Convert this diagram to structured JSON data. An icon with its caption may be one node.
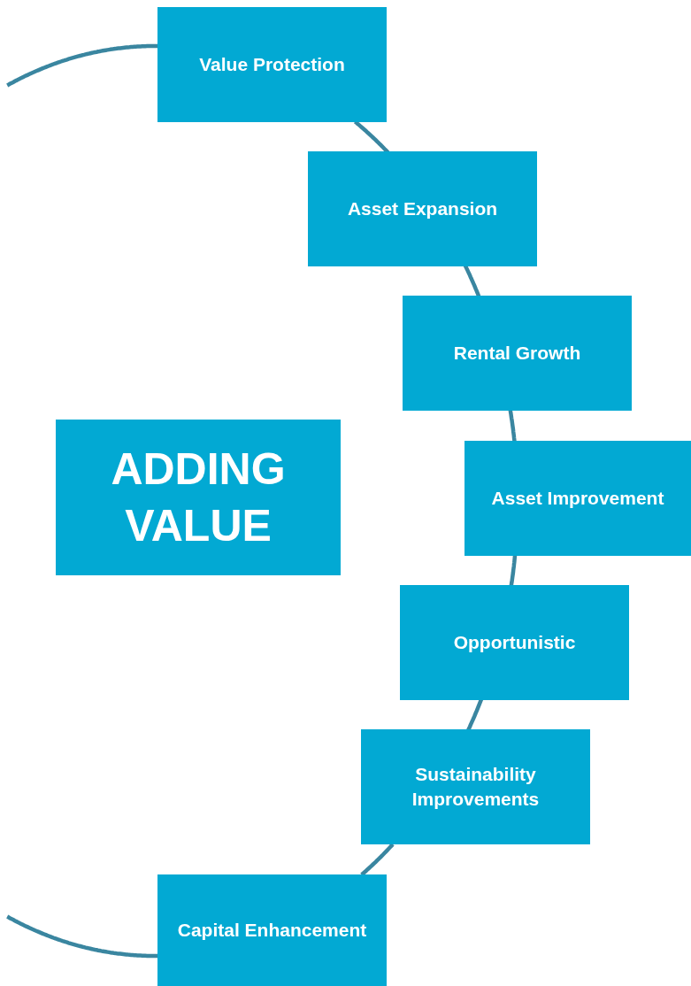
{
  "diagram": {
    "nodes": [
      {
        "text": [
          "Value Protection"
        ]
      },
      {
        "text": [
          "Asset Expansion"
        ]
      },
      {
        "text": [
          "Rental Growth"
        ]
      },
      {
        "text": [
          "Asset Improvement"
        ]
      },
      {
        "text": [
          "Opportunistic"
        ]
      },
      {
        "text": [
          "Sustainability Improvements"
        ]
      },
      {
        "text": [
          "Capital Enhancement"
        ]
      },
      {
        "text": [
          "ADDING VALUE"
        ]
      }
    ],
    "edges": [
      {
        "from": null,
        "to": 0,
        "arrow": "none"
      },
      {
        "from": 0,
        "to": 1,
        "arrow": "none"
      },
      {
        "from": 1,
        "to": 2,
        "arrow": "none"
      },
      {
        "from": 2,
        "to": 3,
        "arrow": "none"
      },
      {
        "from": 3,
        "to": 4,
        "arrow": "none"
      },
      {
        "from": 4,
        "to": 5,
        "arrow": "none"
      },
      {
        "from": 5,
        "to": 6,
        "arrow": "none"
      },
      {
        "from": 6,
        "to": null,
        "arrow": "none"
      }
    ]
  }
}
